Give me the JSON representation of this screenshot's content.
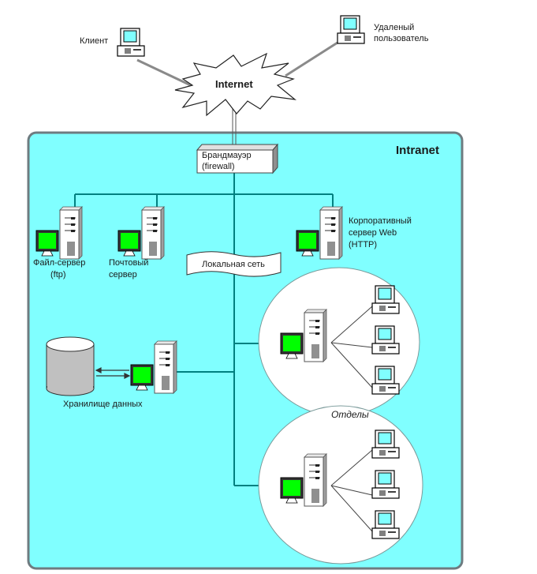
{
  "diagram": {
    "internet_label": "Internet",
    "intranet_label": "Intranet",
    "client_label": "Клиент",
    "remote_user_label_line1": "Удаленый",
    "remote_user_label_line2": "пользователь",
    "firewall_label_line1": "Брандмауэр",
    "firewall_label_line2": "(firewall)",
    "file_server_label_line1": "Файл-сервер",
    "file_server_label_line2": "(ftp)",
    "mail_server_label_line1": "Почтовый",
    "mail_server_label_line2": "сервер",
    "local_network_label": "Локальная сеть",
    "web_server_label_line1": "Корпоративный",
    "web_server_label_line2": "сервер Web",
    "web_server_label_line3": "(HTTP)",
    "storage_label": "Хранилище данных",
    "departments_label": "Отделы"
  },
  "colors": {
    "intranet_fill": "#80ffff",
    "intranet_border": "#6e7b80",
    "bus_line": "#008080",
    "monitor_green": "#00ff00",
    "screen_cyan": "#80ffff",
    "storage_gray": "#c0c0c0",
    "department_fill": "#ffffff"
  }
}
